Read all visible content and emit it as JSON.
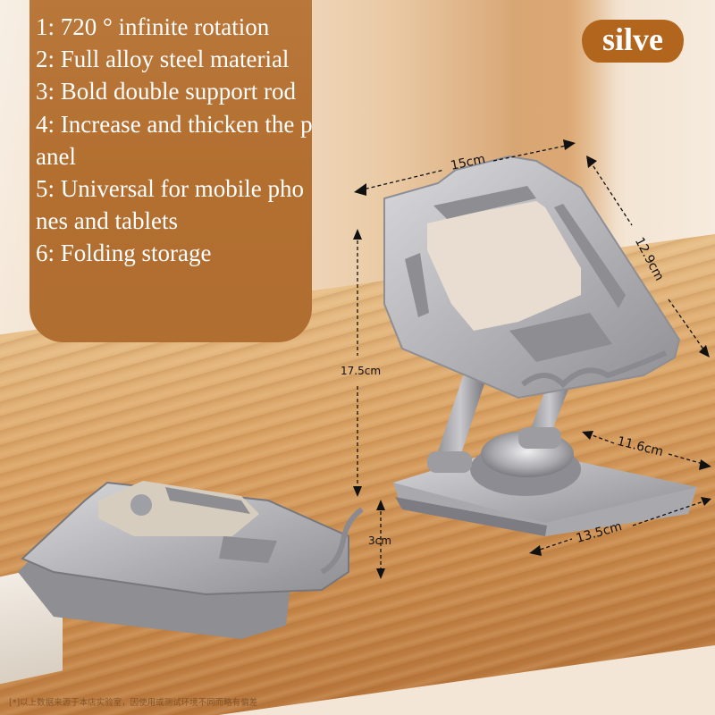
{
  "badge": {
    "label": "silve",
    "color": "#b2651d"
  },
  "features": {
    "background": "#b26f30",
    "items": [
      {
        "label": "1: 720 ° infinite rotation"
      },
      {
        "label": "2: Full alloy steel material"
      },
      {
        "label": "3: Bold double support rod"
      },
      {
        "label": "4: Increase and thicken the panel"
      },
      {
        "label": "5: Universal for mobile phones and tablets"
      },
      {
        "label": "6: Folding storage"
      }
    ]
  },
  "dimensions": {
    "panel_width": "15cm",
    "panel_height": "12.9cm",
    "overall_height": "17.5cm",
    "folded_height": "3cm",
    "base_depth": "11.6cm",
    "base_width": "13.5cm"
  },
  "product": {
    "unfolded": "rotating-stand-unfolded",
    "folded": "rotating-stand-folded"
  },
  "disclaimer": "[*]以上数据来源于本店实验室，因使用或测试环境不同而略有偏差"
}
